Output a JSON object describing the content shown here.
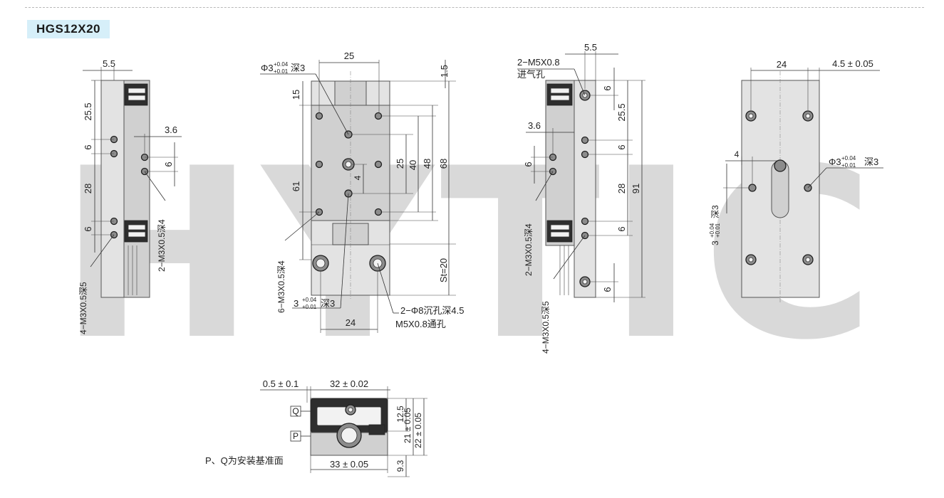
{
  "model": "HGS12X20",
  "watermark": "HYTIC",
  "view1": {
    "top_width": "5.5",
    "dim_25_5": "25.5",
    "dim_6a": "6",
    "dim_28": "28",
    "dim_6b": "6",
    "dim_3_6": "3.6",
    "dim_6c": "6",
    "hole_callout_a": "4−M3X0.5深5",
    "hole_callout_b": "2−M3X0.5深4"
  },
  "view2": {
    "top_width": "25",
    "top_1_5": "1.5",
    "pin_hole": "Φ3",
    "pin_tol_upper": "+0.04",
    "pin_tol_lower": "+0.01",
    "pin_depth": "深3",
    "dim_15": "15",
    "dim_61": "61",
    "dim_25": "25",
    "dim_40": "40",
    "dim_48": "48",
    "dim_68": "68",
    "dim_4": "4",
    "stroke": "St=20",
    "tap_callout": "6−M3X0.5深4",
    "pin_bottom": "3",
    "pin_bottom_depth": "深3",
    "bottom_24": "24",
    "cbore_callout": "2−Φ8沉孔深4.5",
    "thru_callout": "M5X0.8通孔"
  },
  "view3": {
    "port_callout": "2−M5X0.8",
    "port_label": "进气孔",
    "top_5_5": "5.5",
    "dim_6a": "6",
    "dim_25_5": "25.5",
    "dim_6b": "6",
    "dim_28": "28",
    "dim_91": "91",
    "dim_6c": "6",
    "dim_6d": "6",
    "dim_3_6": "3.6",
    "dim_6e": "6",
    "hole_callout_b": "2−M3X0.5深4",
    "hole_callout_a": "4−M3X0.5深5"
  },
  "view4": {
    "top_24": "24",
    "top_4_5": "4.5 ± 0.05",
    "dim_4": "4",
    "pin_hole": "Φ3",
    "pin_tol_upper": "+0.04",
    "pin_tol_lower": "+0.01",
    "pin_depth": "深3",
    "side_pin": "3",
    "side_pin_depth": "深3"
  },
  "view5": {
    "dim_0_5": "0.5 ± 0.1",
    "dim_32": "32 ± 0.02",
    "dim_12_5": "12.5",
    "dim_21": "21 ± 0.05",
    "dim_22": "22 ± 0.05",
    "dim_9_3": "9.3",
    "dim_33": "33 ± 0.05",
    "datum_q": "Q",
    "datum_p": "P",
    "datum_note": "P、Q为安装基准面"
  }
}
